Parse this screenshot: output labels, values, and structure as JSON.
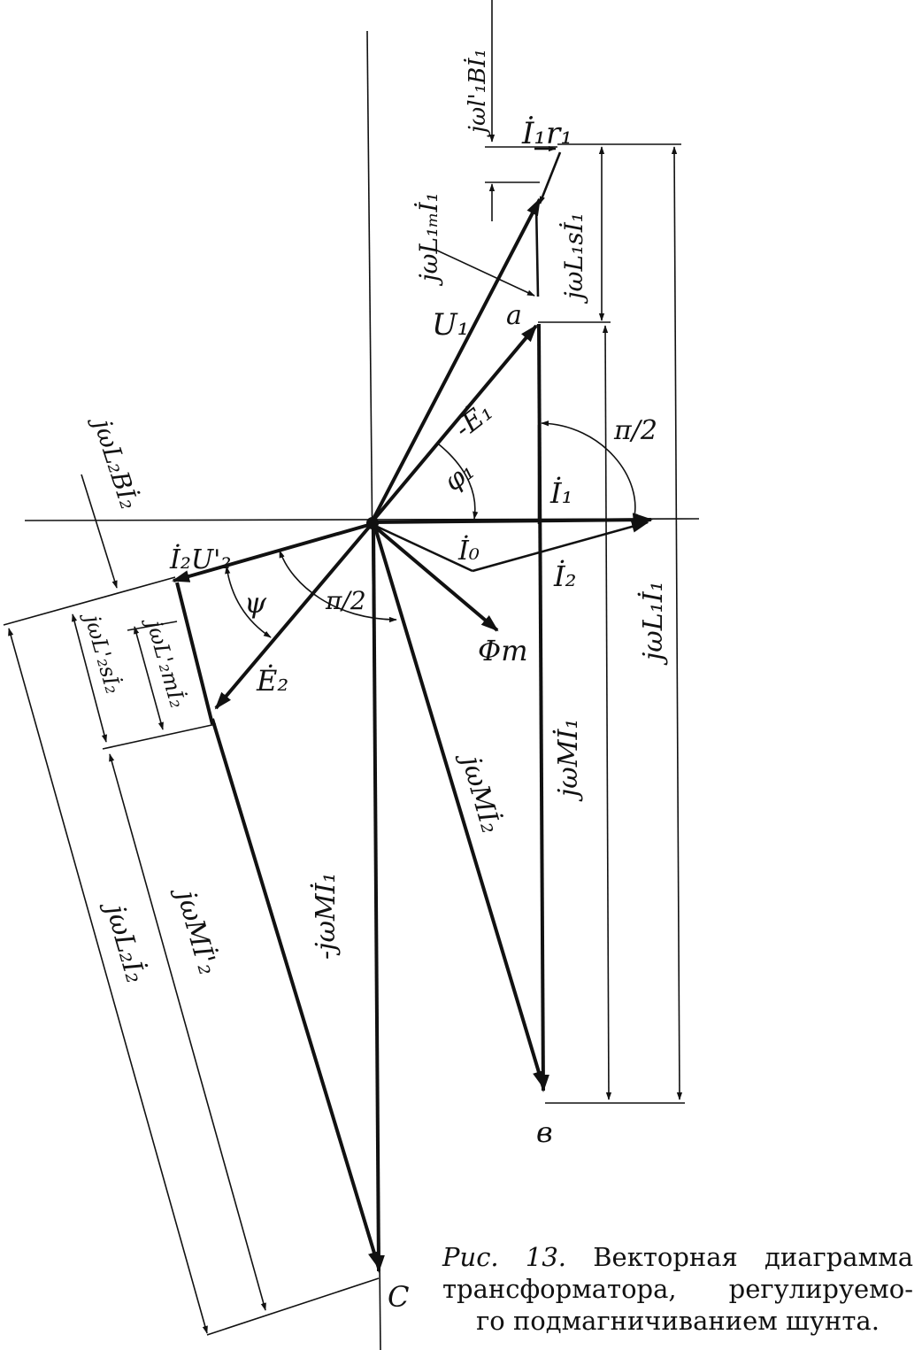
{
  "labels": {
    "i1r1": "İ₁r₁",
    "jwl1b": "jωl'₁Bİ₁",
    "jwl1m": "jωL₁ₘİ₁",
    "jwl1s": "jωL₁sİ₁",
    "u1": "U₁",
    "a": "a",
    "e1": "-Ė₁",
    "phi1": "φ₁",
    "pi2_right": "π/2",
    "i1": "İ₁",
    "i0": "İ₀",
    "i2": "İ₂",
    "jwl1i1": "jωL₁İ₁",
    "jwl2b": "jωL₂Bİ₂",
    "i2u2": "İ₂U'₂",
    "psi": "ψ",
    "pi2_left": "π/2",
    "phim": "Φm",
    "e2": "Ė₂",
    "jwl2s": "jωL'₂sİ₂",
    "jwl2m": "jωL'₂mİ₂",
    "jwmi1": "jωMİ₁",
    "jwmi2": "jωMİ₂",
    "neg_jwmi1": "-jωMİ₁",
    "jwmi2p": "jωMİ'₂",
    "jwl2i2": "jωL₂İ₂",
    "b": "в",
    "c": "C"
  },
  "caption": {
    "label": "Рис. 13.",
    "line1": "Векторная диаграмма",
    "line2": "трансформатора, регулируемо-",
    "line3": "го подмагничиванием шунта."
  }
}
